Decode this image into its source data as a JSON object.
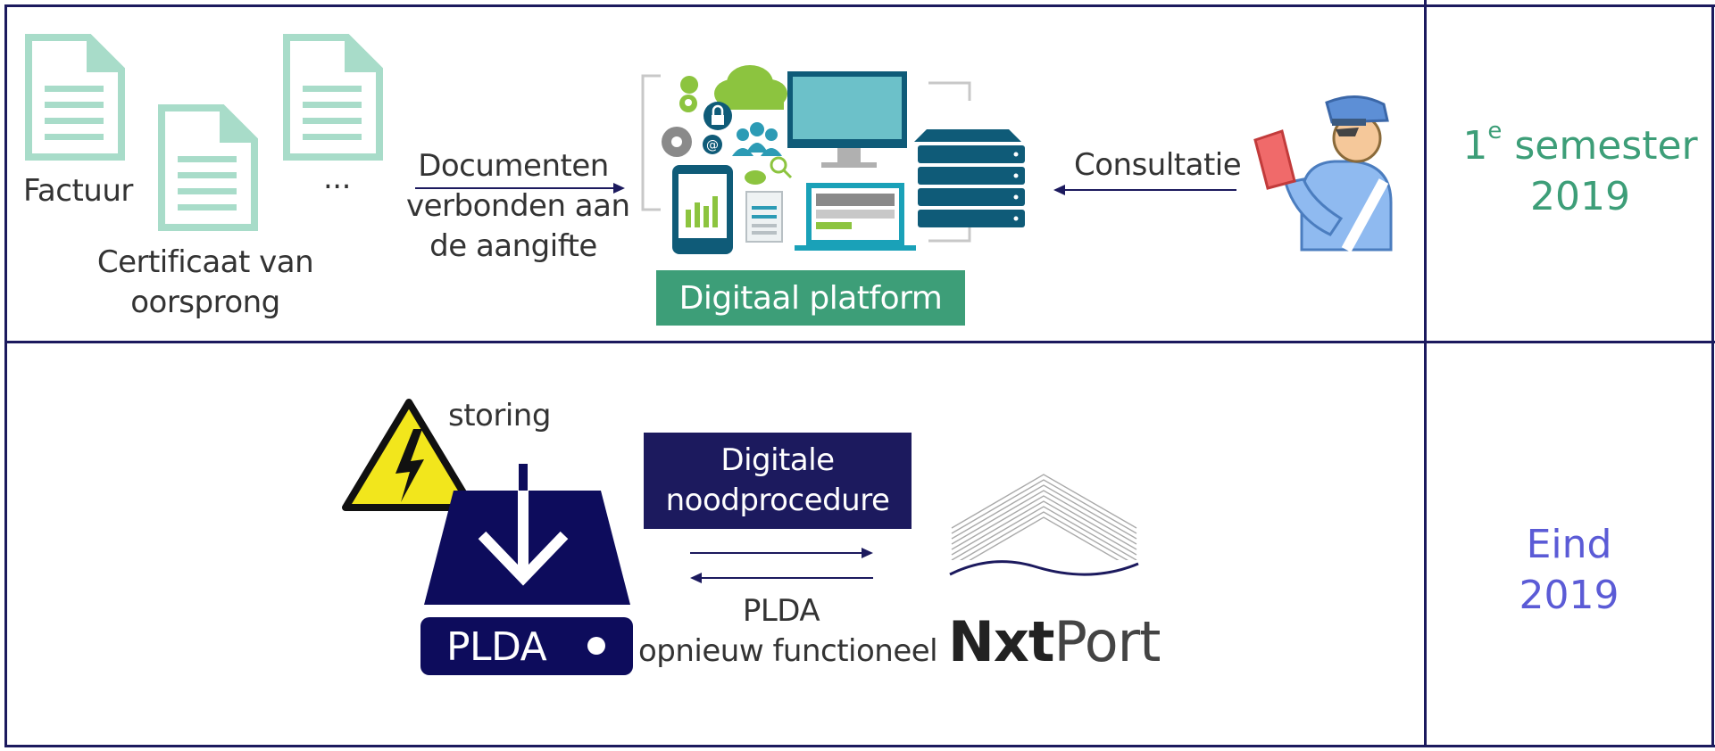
{
  "row1": {
    "documents": {
      "factuur_label": "Factuur",
      "certificaat_label_1": "Certificaat van",
      "certificaat_label_2": "oorsprong",
      "ellipsis_label": "..."
    },
    "flow_label": {
      "line1": "Documenten",
      "line2": "verbonden aan",
      "line3": "de aangifte"
    },
    "platform_label": "Digitaal platform",
    "consultatie_label": "Consultatie",
    "period": {
      "line1_prefix": "1",
      "line1_sup": "e",
      "line1_suffix": " semester",
      "line2": "2019"
    }
  },
  "row2": {
    "storing_label": "storing",
    "pldabox_label": "PLDA",
    "nood_box": {
      "line1": "Digitale",
      "line2": "noodprocedure"
    },
    "return_label": {
      "line1": "PLDA",
      "line2": "opnieuw functioneel"
    },
    "nxtport": {
      "bold": "Nxt",
      "normal": "Port"
    },
    "period": {
      "line1": "Eind",
      "line2": "2019"
    }
  },
  "colors": {
    "border": "#1c1a5e",
    "green": "#3d9e78",
    "doc_green": "#a8dcc9",
    "navy": "#0d0c5c",
    "period2": "#5b5bd6"
  },
  "icons": [
    "document-icon",
    "cloud-icon",
    "monitor-icon",
    "server-icon",
    "customs-officer-icon",
    "warning-icon",
    "download-drive-icon",
    "nxtport-logo"
  ]
}
